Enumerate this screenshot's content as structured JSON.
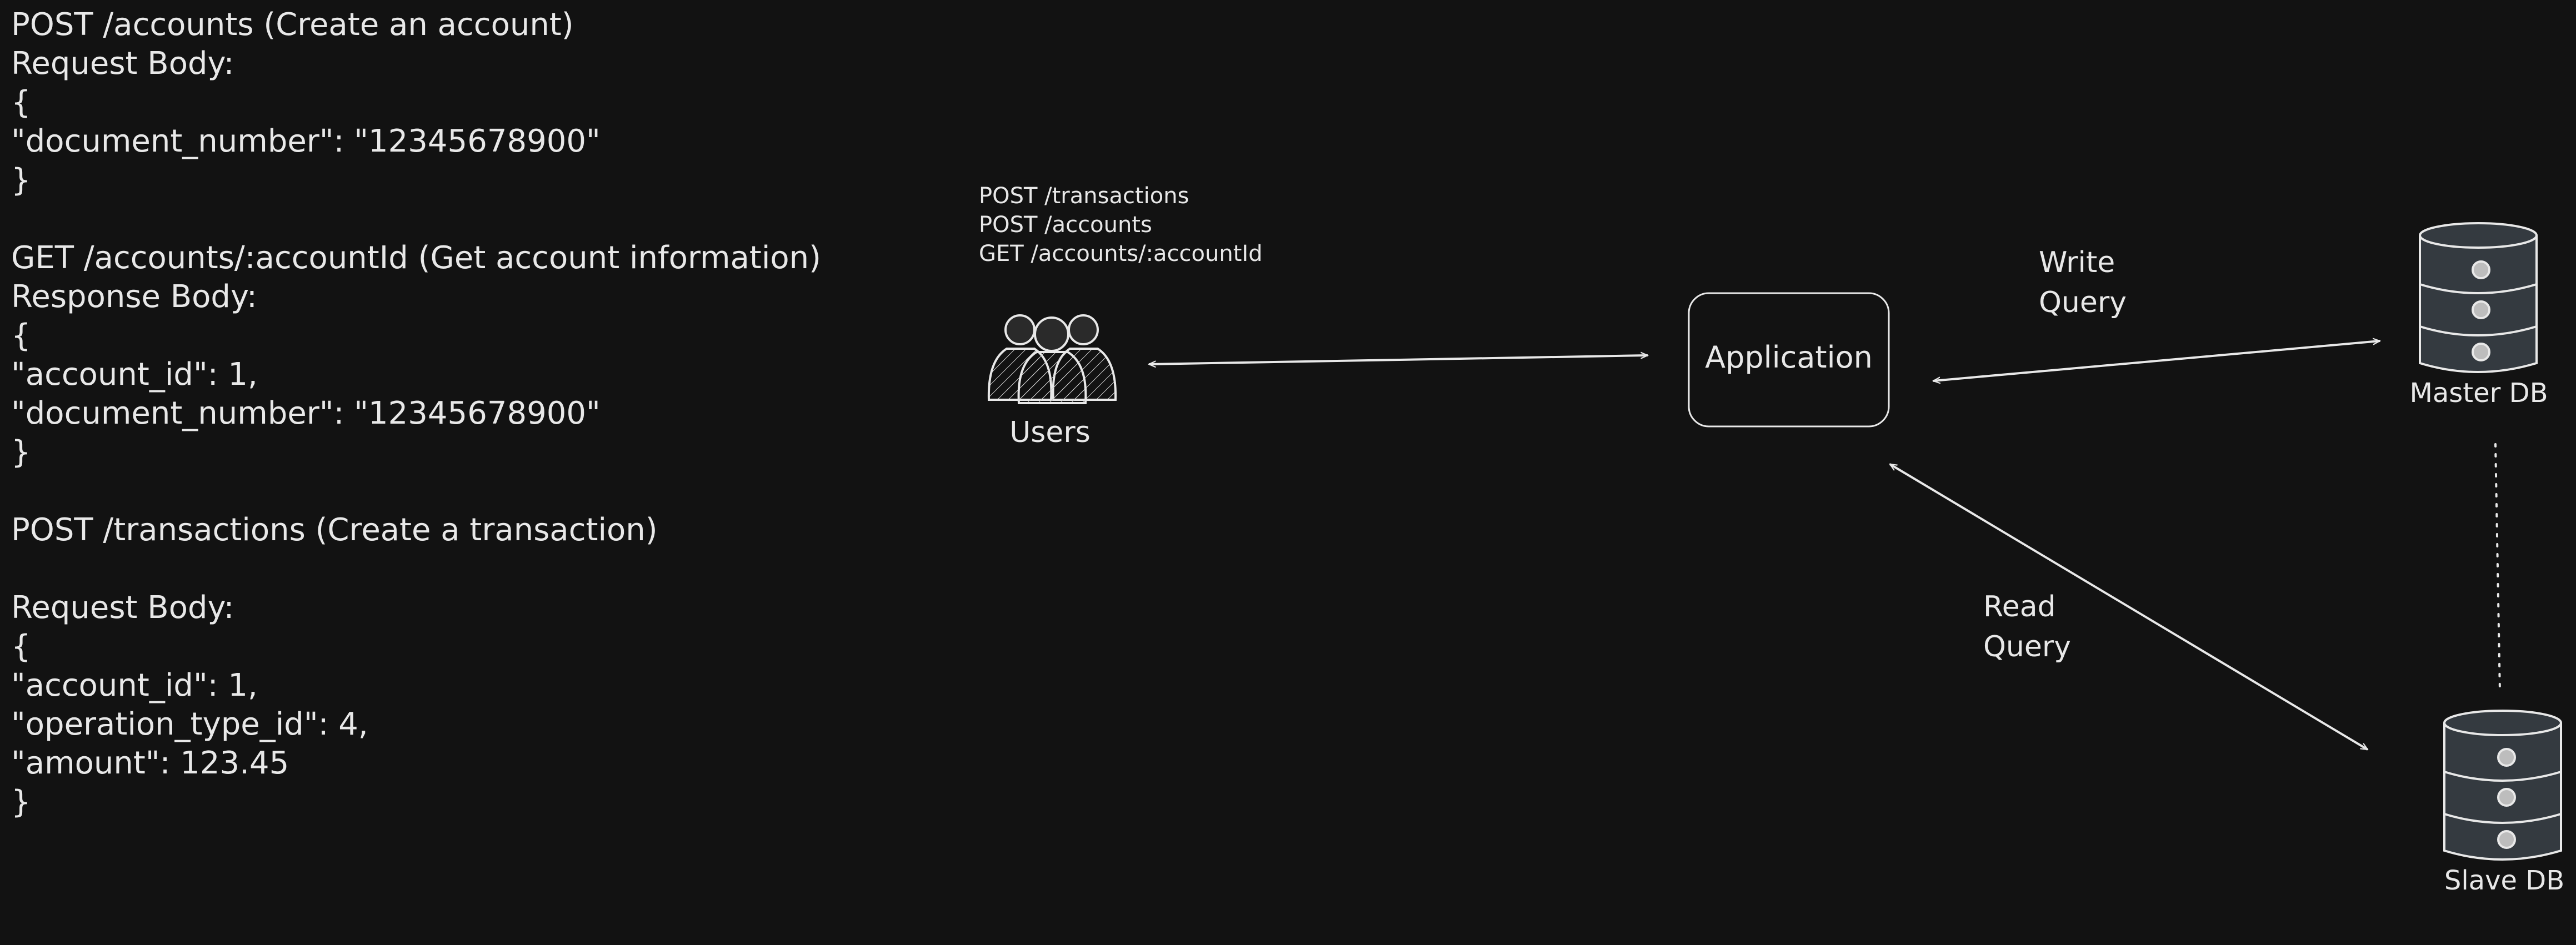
{
  "api_spec": {
    "lines": [
      "POST /accounts (Create an account)",
      "Request Body:",
      "{",
      "\"document_number\": \"12345678900\"",
      "}",
      "",
      "GET /accounts/:accountId (Get account information)",
      "Response Body:",
      "{",
      "\"account_id\": 1,",
      "\"document_number\": \"12345678900\"",
      "}",
      "",
      "POST /transactions (Create a transaction)",
      "",
      "Request Body:",
      "{",
      "\"account_id\": 1,",
      "\"operation_type_id\": 4,",
      "\"amount\": 123.45",
      "}"
    ]
  },
  "diagram": {
    "endpoints": [
      "POST /transactions",
      "POST /accounts",
      "GET /accounts/:accountId"
    ],
    "users_label": "Users",
    "application_label": "Application",
    "write_query": [
      "Write",
      "Query"
    ],
    "read_query": [
      "Read",
      "Query"
    ],
    "master_db_label": "Master DB",
    "slave_db_label": "Slave DB",
    "icons": {
      "users": "users-icon",
      "master_db": "database-icon",
      "slave_db": "database-icon"
    }
  },
  "colors": {
    "background": "#121212",
    "stroke": "#e8e8e8",
    "db_fill": "#343a40",
    "users_fill": "#2a2a2a"
  }
}
